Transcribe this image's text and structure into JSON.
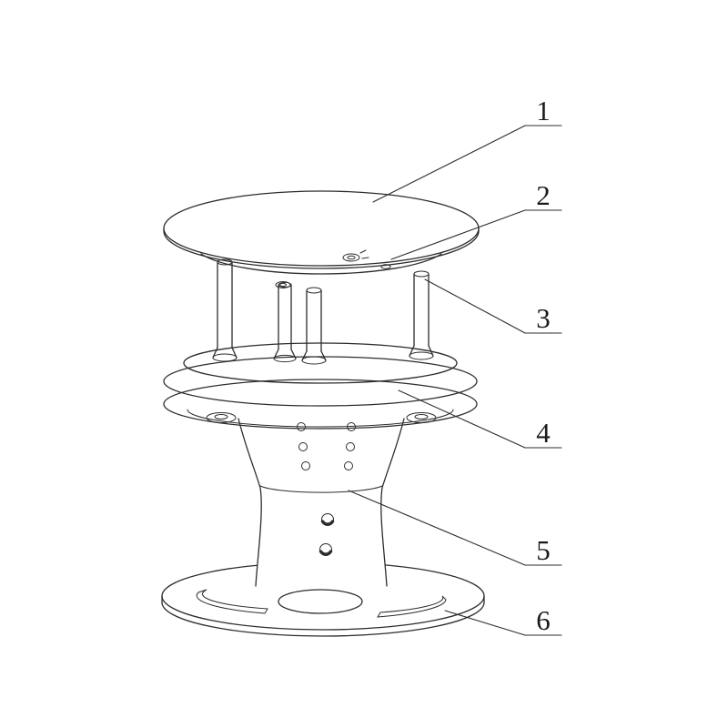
{
  "theme": {
    "background": "#ffffff",
    "line_color": "#2d2d2d",
    "text_color": "#1b1b1b"
  },
  "diagram": {
    "type": "technical-line-drawing",
    "callouts": [
      {
        "label": "1"
      },
      {
        "label": "2"
      },
      {
        "label": "3"
      },
      {
        "label": "4"
      },
      {
        "label": "5"
      },
      {
        "label": "6"
      }
    ]
  }
}
